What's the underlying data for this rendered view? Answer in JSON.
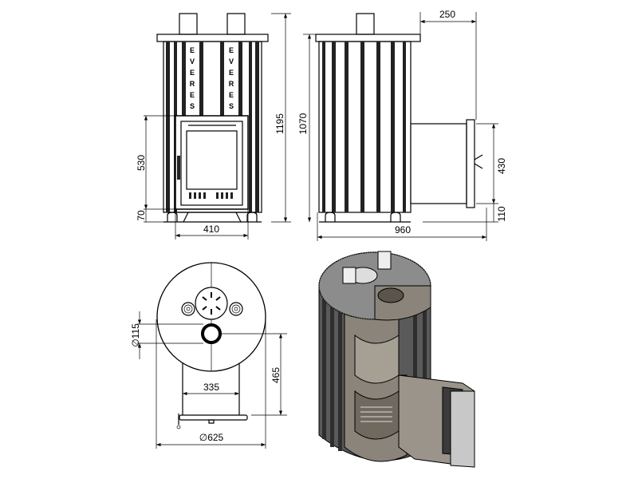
{
  "brand_letters": [
    "E",
    "V",
    "E",
    "R",
    "E",
    "S"
  ],
  "dimensions": {
    "front_door_height": "530",
    "front_leg_height": "70",
    "front_width": "410",
    "total_height": "1195",
    "body_height": "1070",
    "top_extension": "250",
    "firebox_height": "430",
    "firebox_bottom": "110",
    "total_depth": "960",
    "flue_diameter": "∅115",
    "flue_offset": "465",
    "leg_span": "335",
    "body_diameter": "∅625"
  },
  "colors": {
    "line": "#000000",
    "granite": "#8c8c8c",
    "interior": "#8a847a",
    "tile": "#3a3a3a"
  }
}
